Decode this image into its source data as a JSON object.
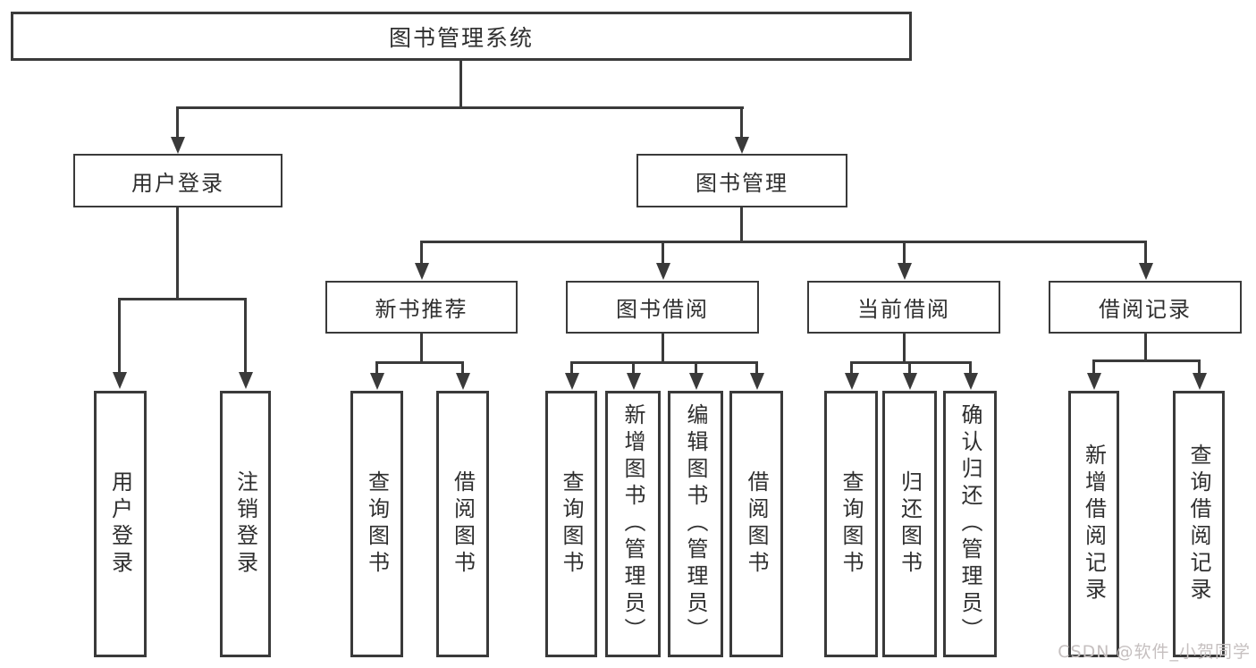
{
  "diagram": {
    "type": "hierarchy-tree",
    "root": "图书管理系统",
    "level2": {
      "user_login": "用户登录",
      "book_mgmt": "图书管理"
    },
    "level3": {
      "new_book_rec": "新书推荐",
      "book_borrow": "图书借阅",
      "current_borrow": "当前借阅",
      "borrow_records": "借阅记录"
    },
    "leaves": {
      "user_login": "用户登录",
      "logout": "注销登录",
      "query_book_rec": "查询图书",
      "borrow_book_rec": "借阅图书",
      "query_book_bor": "查询图书",
      "add_book_admin": "新增图书（管理员）",
      "edit_book_admin": "编辑图书（管理员）",
      "borrow_book_bor": "借阅图书",
      "query_book_cur": "查询图书",
      "return_book": "归还图书",
      "confirm_return_admin": "确认归还（管理员）",
      "add_borrow_record": "新增借阅记录",
      "query_borrow_record": "查询借阅记录"
    },
    "hierarchy_note": {
      "用户登录": [
        "用户登录",
        "注销登录"
      ],
      "图书管理": [
        "新书推荐",
        "图书借阅",
        "当前借阅",
        "借阅记录"
      ],
      "新书推荐": [
        "查询图书",
        "借阅图书"
      ],
      "图书借阅": [
        "查询图书",
        "新增图书（管理员）",
        "编辑图书（管理员）",
        "借阅图书"
      ],
      "当前借阅": [
        "查询图书",
        "归还图书",
        "确认归还（管理员）"
      ],
      "借阅记录": [
        "新增借阅记录",
        "查询借阅记录"
      ]
    }
  },
  "watermark": "CSDN @软件_小贺同学",
  "colors": {
    "line": "#3a3a3a",
    "text": "#2f2f2f",
    "background": "#ffffff",
    "watermark": "#c6c0c0"
  }
}
